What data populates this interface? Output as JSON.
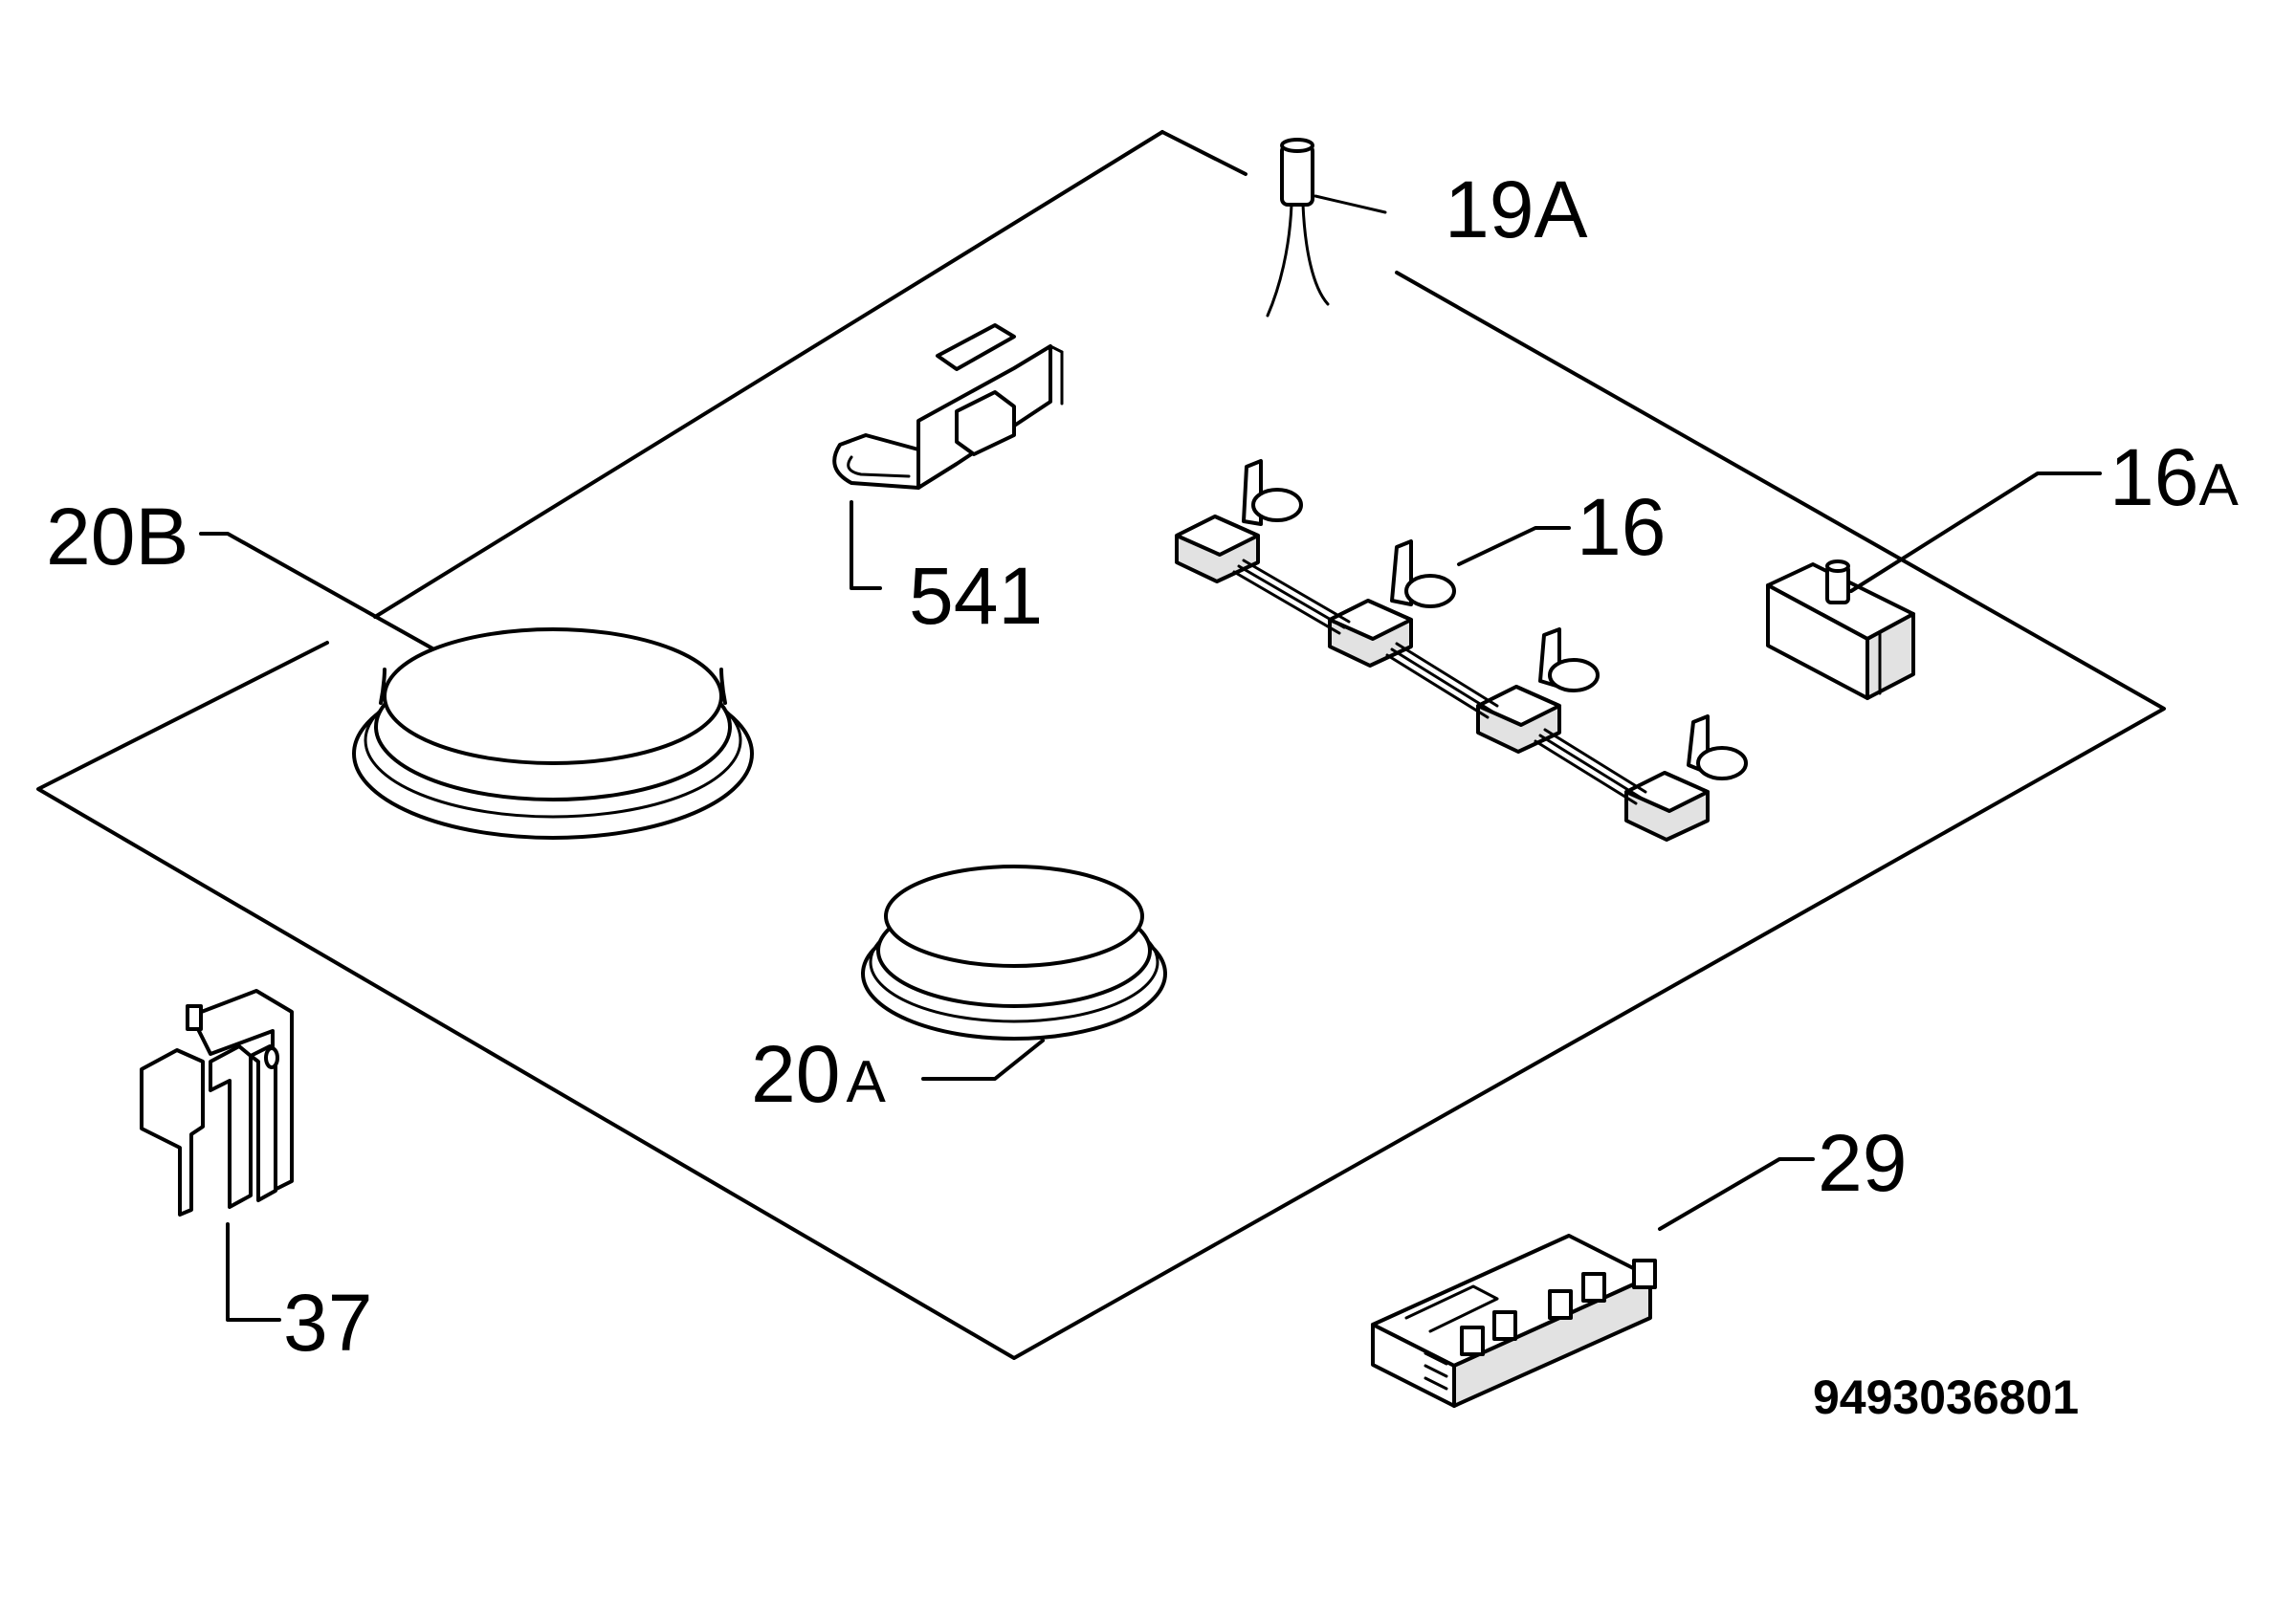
{
  "labels": {
    "part_19a_num": "19",
    "part_19a_suffix": "A",
    "part_541": "541",
    "part_20b": "20B",
    "part_16": "16",
    "part_16a_num": "16",
    "part_16a_suffix": "A",
    "part_20a_num": "20",
    "part_20a_suffix": "A",
    "part_37": "37",
    "part_29": "29"
  },
  "drawing_code": "9493036801"
}
